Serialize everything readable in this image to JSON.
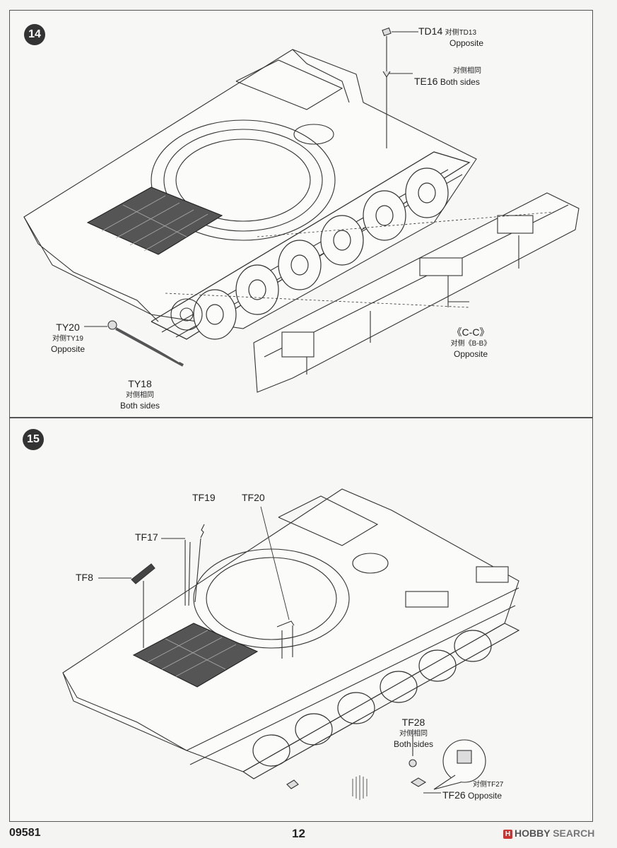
{
  "steps": {
    "s14": {
      "number": "14",
      "parts": {
        "td14": {
          "pn": "TD14",
          "cn": "对侧TD13",
          "en": "Opposite"
        },
        "te16": {
          "pn": "TE16",
          "cn": "对侧相同",
          "en": "Both sides"
        },
        "ty20": {
          "pn": "TY20",
          "cn": "对侧TY19",
          "en": "Opposite"
        },
        "ty18": {
          "pn": "TY18",
          "cn": "对侧相同",
          "en": "Both sides"
        },
        "cc": {
          "pn": "《C-C》",
          "cn": "对侧《B-B》",
          "en": "Opposite"
        }
      }
    },
    "s15": {
      "number": "15",
      "parts": {
        "tf19": {
          "pn": "TF19"
        },
        "tf20": {
          "pn": "TF20"
        },
        "tf17": {
          "pn": "TF17"
        },
        "tf8": {
          "pn": "TF8"
        },
        "tf28": {
          "pn": "TF28",
          "cn": "对侧相同",
          "en": "Both sides"
        },
        "tf26": {
          "pn": "TF26",
          "cn": "对侧TF27",
          "en": "Opposite"
        }
      }
    }
  },
  "footer": {
    "code": "09581",
    "page": "12",
    "watermark_badge": "H",
    "watermark_1": "HOBBY",
    "watermark_2": "SEARCH"
  }
}
